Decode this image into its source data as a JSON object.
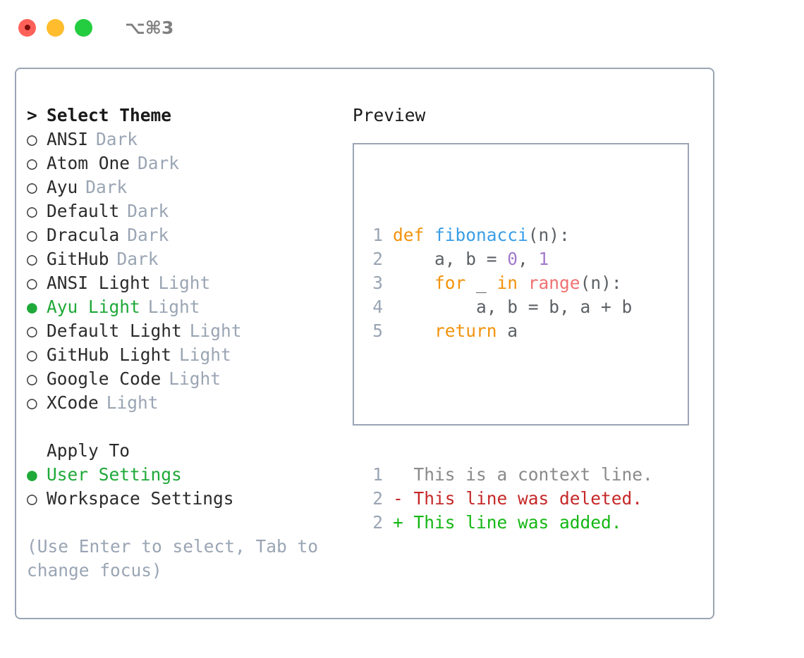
{
  "titlebar": {
    "shortcut": "⌥⌘3",
    "buttons": [
      "close",
      "minimize",
      "maximize"
    ]
  },
  "theme_panel": {
    "header_marker": ">",
    "header": "Select Theme",
    "marker_selected": "●",
    "marker_unselected": "○",
    "items": [
      {
        "name": "ANSI",
        "kind": "Dark",
        "selected": false
      },
      {
        "name": "Atom One",
        "kind": "Dark",
        "selected": false
      },
      {
        "name": "Ayu",
        "kind": "Dark",
        "selected": false
      },
      {
        "name": "Default",
        "kind": "Dark",
        "selected": false
      },
      {
        "name": "Dracula",
        "kind": "Dark",
        "selected": false
      },
      {
        "name": "GitHub",
        "kind": "Dark",
        "selected": false
      },
      {
        "name": "ANSI Light",
        "kind": "Light",
        "selected": false
      },
      {
        "name": "Ayu Light",
        "kind": "Light",
        "selected": true
      },
      {
        "name": "Default Light",
        "kind": "Light",
        "selected": false
      },
      {
        "name": "GitHub Light",
        "kind": "Light",
        "selected": false
      },
      {
        "name": "Google Code",
        "kind": "Light",
        "selected": false
      },
      {
        "name": "XCode",
        "kind": "Light",
        "selected": false
      }
    ]
  },
  "apply_to": {
    "header": "Apply To",
    "items": [
      {
        "name": "User Settings",
        "selected": true
      },
      {
        "name": "Workspace Settings",
        "selected": false
      }
    ]
  },
  "hint": "(Use Enter to select, Tab to change focus)",
  "preview": {
    "label": "Preview",
    "code_lines": [
      {
        "no": "1",
        "tokens": [
          {
            "t": "def ",
            "c": "kw"
          },
          {
            "t": "fibonacci",
            "c": "fn"
          },
          {
            "t": "(n):",
            "c": "punc"
          }
        ]
      },
      {
        "no": "2",
        "tokens": [
          {
            "t": "    a, b = ",
            "c": "pln"
          },
          {
            "t": "0",
            "c": "num"
          },
          {
            "t": ", ",
            "c": "punc"
          },
          {
            "t": "1",
            "c": "num"
          }
        ]
      },
      {
        "no": "3",
        "tokens": [
          {
            "t": "    for ",
            "c": "kw"
          },
          {
            "t": "_ ",
            "c": "pln"
          },
          {
            "t": "in ",
            "c": "kw"
          },
          {
            "t": "range",
            "c": "blt"
          },
          {
            "t": "(n):",
            "c": "punc"
          }
        ]
      },
      {
        "no": "4",
        "tokens": [
          {
            "t": "        a, b = b, a + b",
            "c": "pln"
          }
        ]
      },
      {
        "no": "5",
        "tokens": [
          {
            "t": "    return ",
            "c": "kw"
          },
          {
            "t": "a",
            "c": "pln"
          }
        ]
      }
    ],
    "diff_lines": [
      {
        "no": "1",
        "sign": " ",
        "text": " This is a context line.",
        "kind": "ctx"
      },
      {
        "no": "2",
        "sign": "-",
        "text": " This line was deleted.",
        "kind": "del"
      },
      {
        "no": "2",
        "sign": "+",
        "text": " This line was added.",
        "kind": "add"
      }
    ]
  },
  "colors": {
    "accent_green": "#1fa938",
    "border": "#9aa5b4",
    "muted": "#9aa5b4",
    "keyword": "#f2930d",
    "function": "#399ee6",
    "number": "#a37acc",
    "builtin": "#f07171",
    "plain": "#5c6166",
    "diff_add": "#14b714",
    "diff_del": "#c62828",
    "diff_ctx": "#8a8a8a",
    "traffic_red": "#ff6159",
    "traffic_yellow": "#ffbd2e",
    "traffic_green": "#23cd3f"
  }
}
